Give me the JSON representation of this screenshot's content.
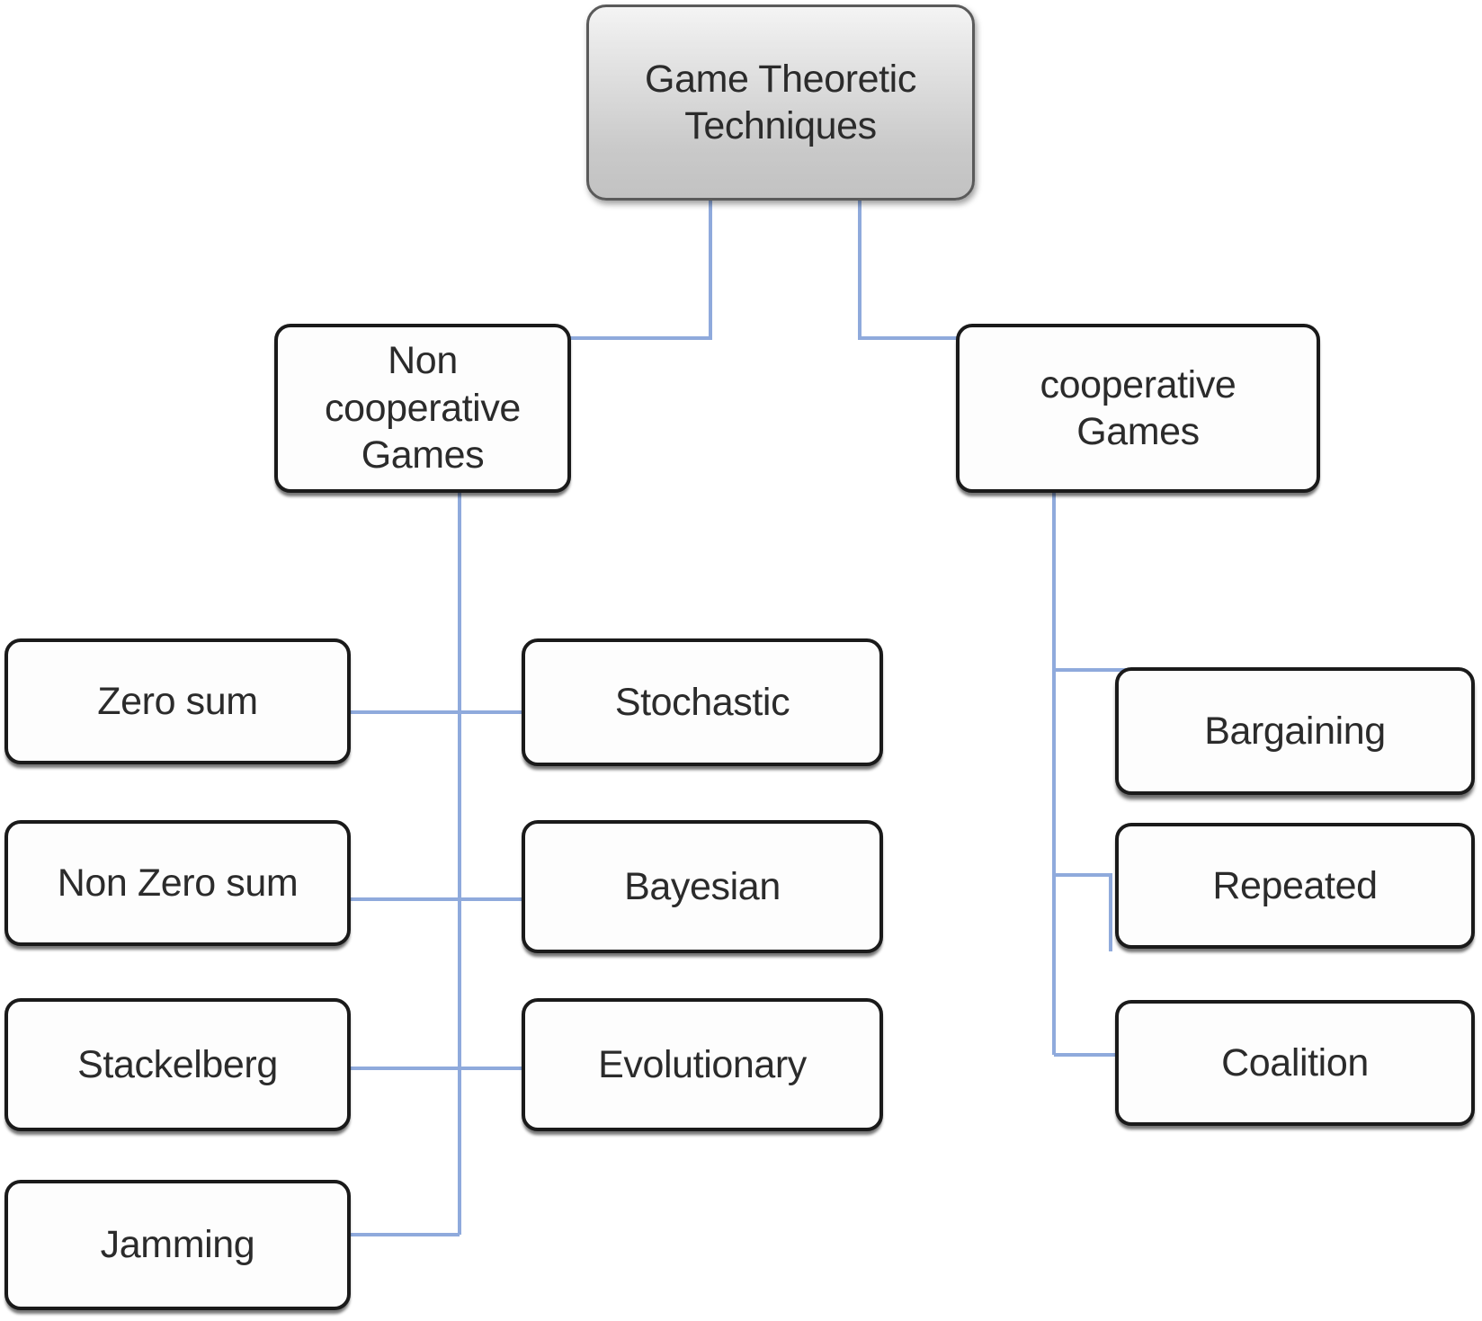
{
  "diagram": {
    "title": "Game Theoretic Techniques taxonomy",
    "type": "tree",
    "colors": {
      "connector": "#8FAADC",
      "node_border": "#1A1A1A",
      "node_fill": "#FDFDFD",
      "root_border": "#5A5A5A",
      "root_fill_top": "#F4F4F4",
      "root_fill_bottom": "#C2C2C2",
      "text": "#2B2B2B"
    },
    "root": {
      "id": "game-theoretic-techniques",
      "label": "Game Theoretic\nTechniques"
    },
    "level2": [
      {
        "id": "non-cooperative-games",
        "label": "Non cooperative\nGames"
      },
      {
        "id": "cooperative-games",
        "label": "cooperative\nGames"
      }
    ],
    "non_cooperative_children_left": [
      {
        "id": "zero-sum",
        "label": "Zero sum"
      },
      {
        "id": "non-zero-sum",
        "label": "Non  Zero sum"
      },
      {
        "id": "stackelberg",
        "label": "Stackelberg"
      },
      {
        "id": "jamming",
        "label": "Jamming"
      }
    ],
    "non_cooperative_children_right": [
      {
        "id": "stochastic",
        "label": "Stochastic"
      },
      {
        "id": "bayesian",
        "label": "Bayesian"
      },
      {
        "id": "evolutionary",
        "label": "Evolutionary"
      }
    ],
    "cooperative_children": [
      {
        "id": "bargaining",
        "label": "Bargaining"
      },
      {
        "id": "repeated",
        "label": "Repeated"
      },
      {
        "id": "coalition",
        "label": "Coalition"
      }
    ]
  }
}
